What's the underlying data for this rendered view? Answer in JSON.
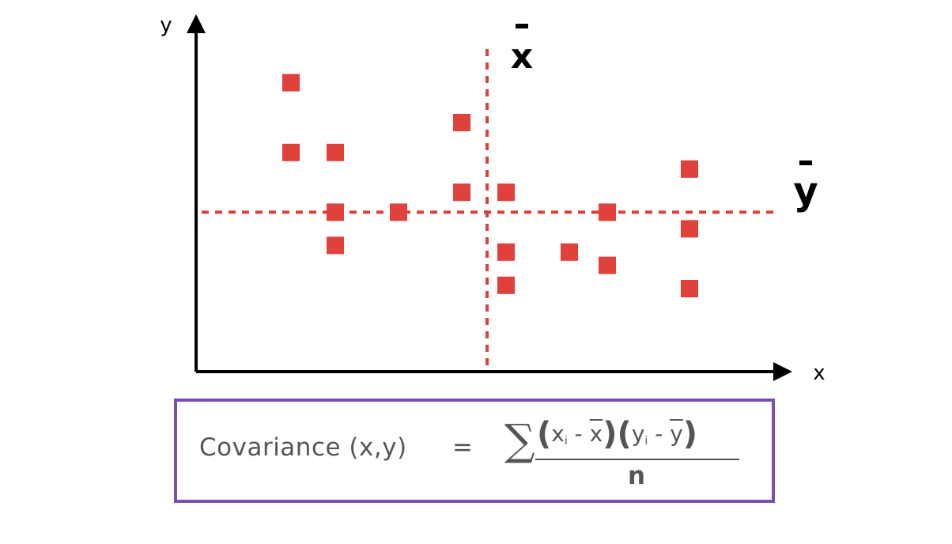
{
  "chart_data": {
    "type": "scatter",
    "xlabel": "x",
    "ylabel": "y",
    "xmean_label": "x",
    "ymean_label": "y",
    "points": [
      {
        "x": 1.5,
        "y": 8.7
      },
      {
        "x": 1.5,
        "y": 6.6
      },
      {
        "x": 2.2,
        "y": 6.6
      },
      {
        "x": 2.2,
        "y": 4.8
      },
      {
        "x": 2.2,
        "y": 3.8
      },
      {
        "x": 3.2,
        "y": 4.8
      },
      {
        "x": 4.2,
        "y": 7.5
      },
      {
        "x": 4.2,
        "y": 5.4
      },
      {
        "x": 4.9,
        "y": 5.4
      },
      {
        "x": 4.9,
        "y": 3.6
      },
      {
        "x": 4.9,
        "y": 2.6
      },
      {
        "x": 5.9,
        "y": 3.6
      },
      {
        "x": 6.5,
        "y": 4.8
      },
      {
        "x": 6.5,
        "y": 3.2
      },
      {
        "x": 7.8,
        "y": 6.1
      },
      {
        "x": 7.8,
        "y": 4.3
      },
      {
        "x": 7.8,
        "y": 2.5
      }
    ],
    "x_mean": 4.6,
    "y_mean": 4.8,
    "xlim": [
      0,
      9
    ],
    "ylim": [
      0,
      10
    ],
    "grid": false,
    "marker_color": "#e0413a",
    "mean_line_color": "#d9423c",
    "axis_color": "#000000"
  },
  "formula": {
    "label": "Covariance (x,y)",
    "equals": "=",
    "sigma": "∑",
    "open_paren_1": "(",
    "xi": "x",
    "xi_sub": "i",
    "minus_1": "-",
    "xbar": "x",
    "close_paren_1": ")",
    "open_paren_2": "(",
    "yi": "y",
    "yi_sub": "i",
    "minus_2": "-",
    "ybar": "y",
    "close_paren_2": ")",
    "denominator": "n",
    "border_color": "#7a4fb0"
  }
}
